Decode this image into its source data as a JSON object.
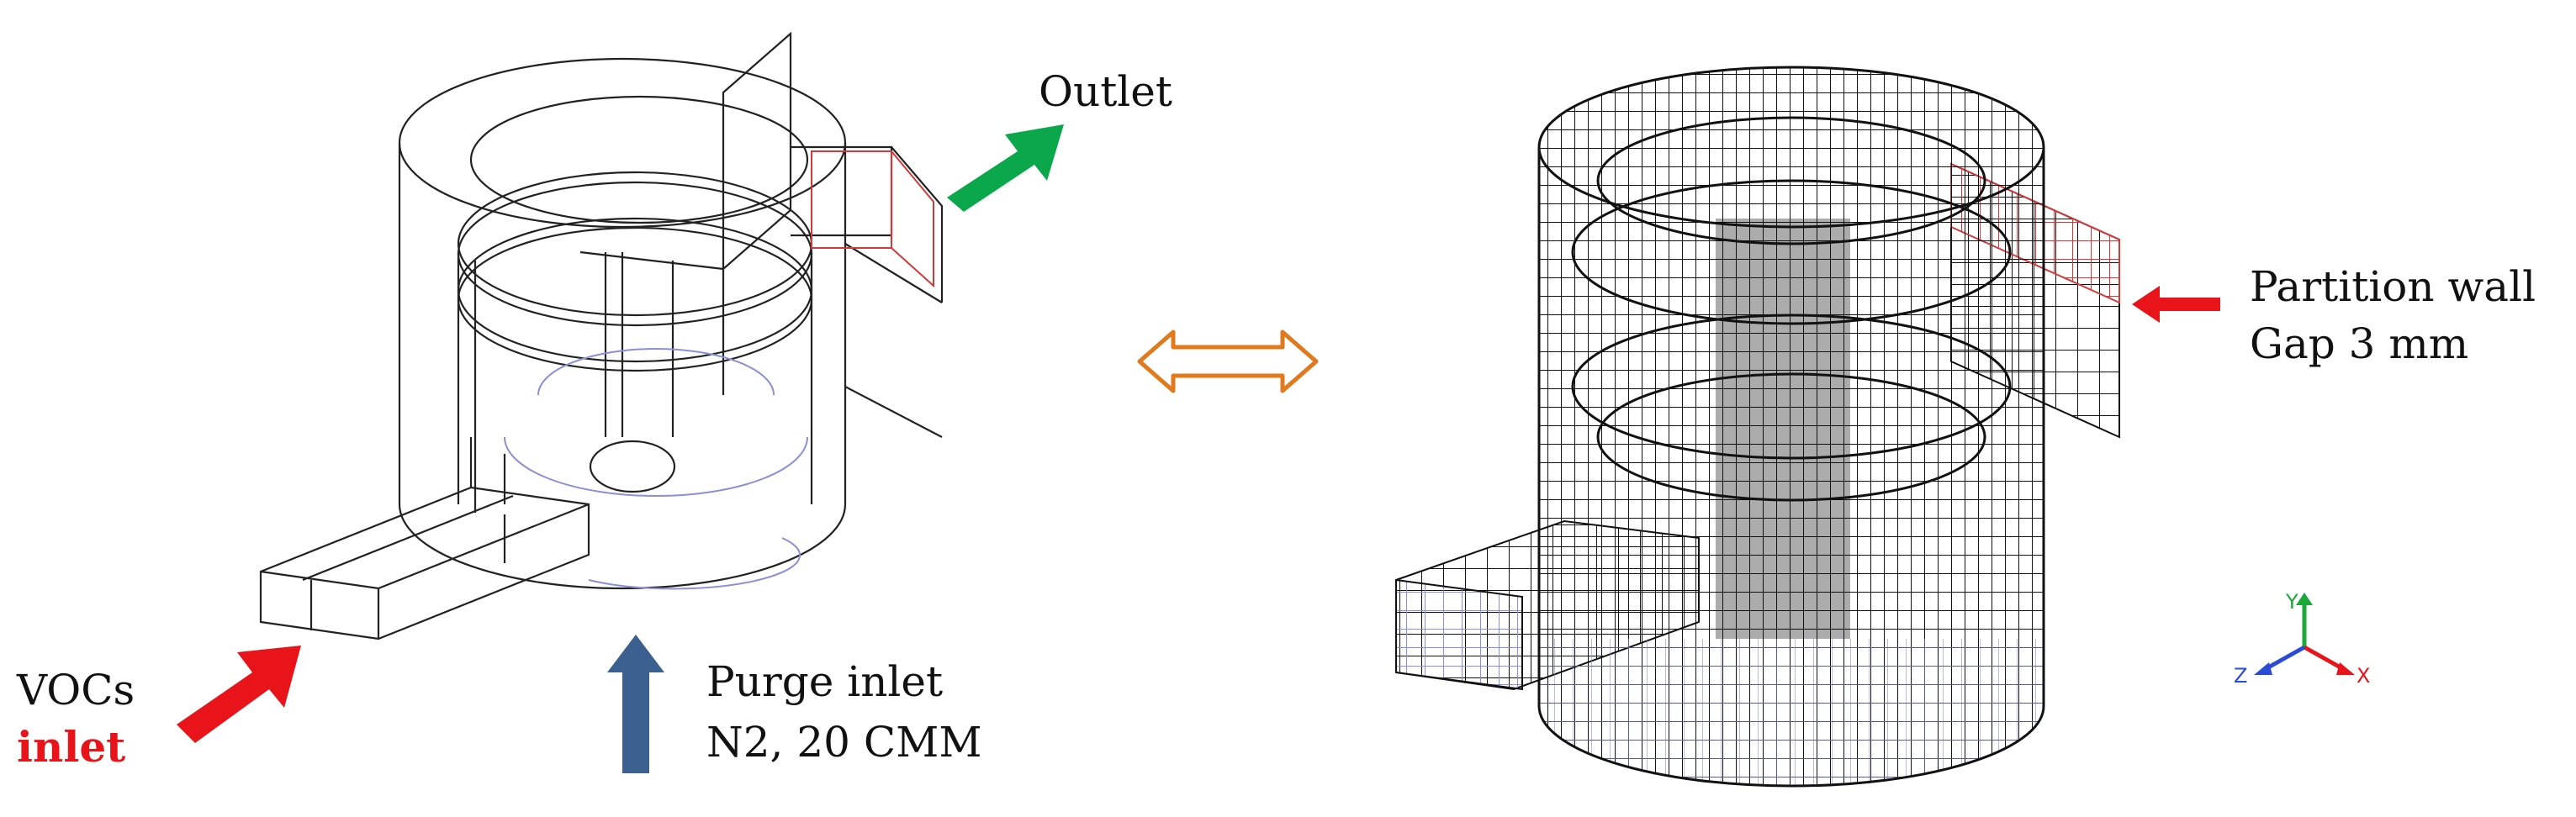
{
  "labels": {
    "outlet": "Outlet",
    "vocs": "VOCs",
    "inlet": "inlet",
    "purge_line1": "Purge inlet",
    "purge_line2": "N2, 20 CMM",
    "partition_line1": "Partition wall",
    "partition_line2": "Gap 3 mm"
  },
  "axes": {
    "x": "X",
    "y": "Y",
    "z": "Z"
  },
  "colors": {
    "inlet_arrow": "#e8141a",
    "outlet_arrow": "#0aa84a",
    "purge_arrow": "#3b5f8f",
    "double_arrow": "#e07a1c",
    "partition_arrow": "#e8141a",
    "partition_mesh": "#d23a3a",
    "mesh": "#111111",
    "wireframe": "#222222",
    "inner_ring": "#8a8fd6"
  },
  "icons": {
    "double_arrow": "double-headed-arrow-icon",
    "axis_triad": "xyz-axis-triad-icon"
  }
}
